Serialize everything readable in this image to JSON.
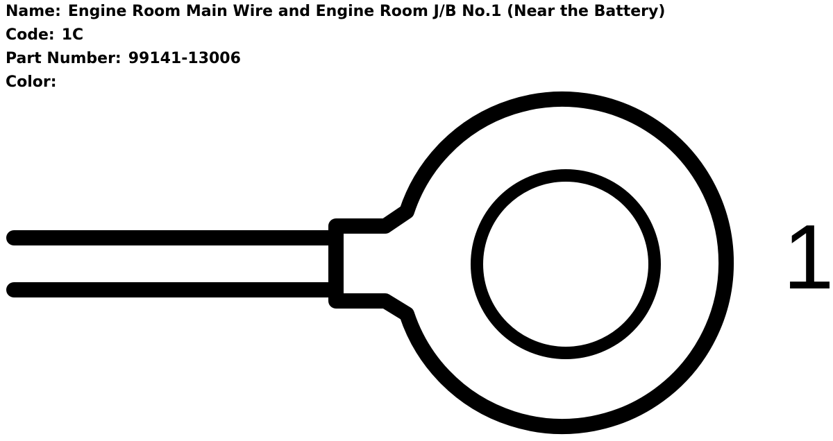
{
  "connector": {
    "name_label": "Name:",
    "name_value": "Engine Room Main Wire and Engine Room J/B No.1 (Near the Battery)",
    "code_label": "Code:",
    "code_value": "1C",
    "part_label": "Part Number:",
    "part_value": "99141-13006",
    "color_label": "Color:",
    "color_value": ""
  },
  "terminal": {
    "number": "1",
    "icon": "ring-terminal-icon"
  },
  "colors": {
    "stroke": "#000000",
    "background": "#ffffff"
  }
}
